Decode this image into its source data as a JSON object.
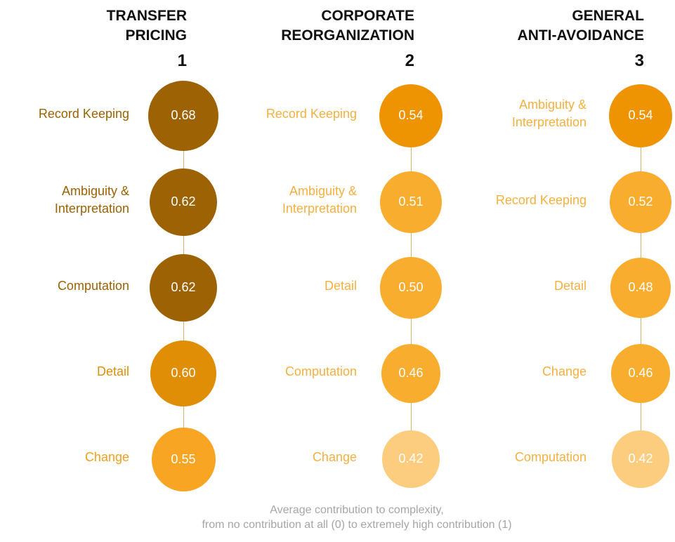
{
  "chart_data": {
    "type": "bubble-ranking",
    "footnote_line1": "Average contribution to complexity,",
    "footnote_line2": "from no contribution at all (0) to extremely high contribution (1)",
    "columns": [
      {
        "title_line1": "TRANSFER",
        "title_line2": "PRICING",
        "rank": "1",
        "items": [
          {
            "label": "Record Keeping",
            "value": 0.68,
            "value_text": "0.68",
            "color": "#9c6203",
            "label_color": "#9c6203"
          },
          {
            "label": "Ambiguity & Interpretation",
            "value": 0.62,
            "value_text": "0.62",
            "color": "#9c6203",
            "label_color": "#9c6203"
          },
          {
            "label": "Computation",
            "value": 0.62,
            "value_text": "0.62",
            "color": "#9c6203",
            "label_color": "#9c6203"
          },
          {
            "label": "Detail",
            "value": 0.6,
            "value_text": "0.60",
            "color": "#e08e05",
            "label_color": "#e08e05"
          },
          {
            "label": "Change",
            "value": 0.55,
            "value_text": "0.55",
            "color": "#f7a522",
            "label_color": "#f0a020"
          }
        ]
      },
      {
        "title_line1": "CORPORATE",
        "title_line2": "REORGANIZATION",
        "rank": "2",
        "items": [
          {
            "label": "Record Keeping",
            "value": 0.54,
            "value_text": "0.54",
            "color": "#ee9403",
            "label_color": "#f5b040"
          },
          {
            "label": "Ambiguity & Interpretation",
            "value": 0.51,
            "value_text": "0.51",
            "color": "#f8ad2e",
            "label_color": "#f5b040"
          },
          {
            "label": "Detail",
            "value": 0.5,
            "value_text": "0.50",
            "color": "#f8ad2e",
            "label_color": "#f5b040"
          },
          {
            "label": "Computation",
            "value": 0.46,
            "value_text": "0.46",
            "color": "#f8ad2e",
            "label_color": "#f5b040"
          },
          {
            "label": "Change",
            "value": 0.42,
            "value_text": "0.42",
            "color": "#fccd7e",
            "label_color": "#f5b040"
          }
        ]
      },
      {
        "title_line1": "GENERAL",
        "title_line2": "ANTI-AVOIDANCE",
        "rank": "3",
        "items": [
          {
            "label": "Ambiguity & Interpretation",
            "value": 0.54,
            "value_text": "0.54",
            "color": "#ee9403",
            "label_color": "#f5b040"
          },
          {
            "label": "Record Keeping",
            "value": 0.52,
            "value_text": "0.52",
            "color": "#f8ad2e",
            "label_color": "#f5b040"
          },
          {
            "label": "Detail",
            "value": 0.48,
            "value_text": "0.48",
            "color": "#f8ad2e",
            "label_color": "#f5b040"
          },
          {
            "label": "Change",
            "value": 0.46,
            "value_text": "0.46",
            "color": "#f8ad2e",
            "label_color": "#f5b040"
          },
          {
            "label": "Computation",
            "value": 0.42,
            "value_text": "0.42",
            "color": "#fccd7e",
            "label_color": "#f5b040"
          }
        ]
      }
    ]
  }
}
